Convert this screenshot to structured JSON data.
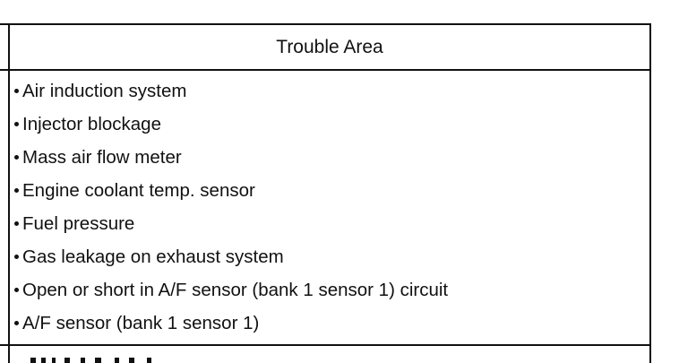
{
  "table": {
    "header": "Trouble Area",
    "items": [
      "Air induction system",
      "Injector blockage",
      "Mass air flow meter",
      "Engine coolant temp. sensor",
      "Fuel pressure",
      "Gas leakage on exhaust system",
      "Open or short in A/F sensor (bank 1 sensor 1) circuit",
      "A/F sensor (bank 1 sensor 1)"
    ]
  }
}
